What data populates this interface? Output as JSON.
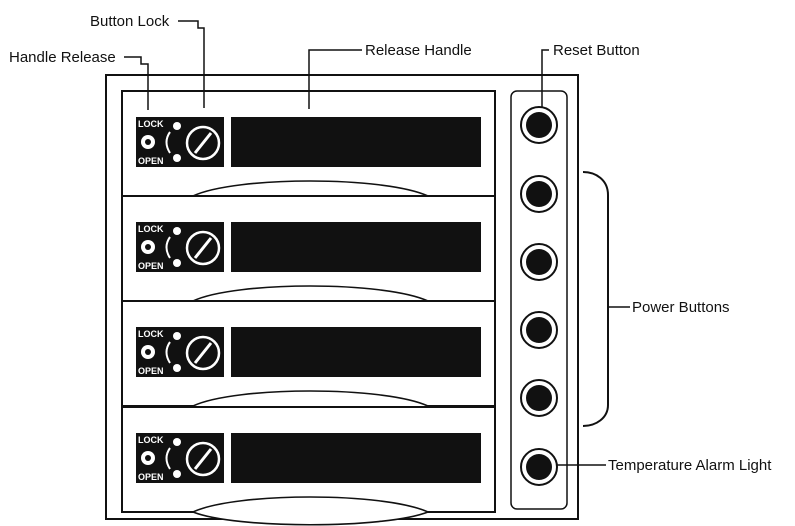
{
  "callouts": {
    "button_lock": "Button Lock",
    "handle_release": "Handle Release",
    "release_handle": "Release Handle",
    "reset_button": "Reset Button",
    "power_buttons": "Power Buttons",
    "temperature_alarm_light": "Temperature Alarm Light"
  },
  "bays": [
    {
      "lock_label": "LOCK",
      "open_label": "OPEN"
    },
    {
      "lock_label": "LOCK",
      "open_label": "OPEN"
    },
    {
      "lock_label": "LOCK",
      "open_label": "OPEN"
    },
    {
      "lock_label": "LOCK",
      "open_label": "OPEN"
    }
  ],
  "side_buttons": [
    {
      "role": "reset"
    },
    {
      "role": "power"
    },
    {
      "role": "power"
    },
    {
      "role": "power"
    },
    {
      "role": "power"
    },
    {
      "role": "temperature-alarm"
    }
  ],
  "colors": {
    "line": "#111111",
    "panel": "#111111",
    "background": "#ffffff"
  }
}
